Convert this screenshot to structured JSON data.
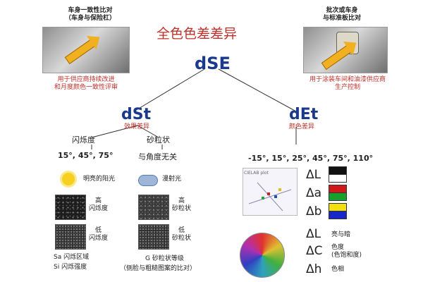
{
  "title": "全色色差差异",
  "root": "dSE",
  "top_left_caption": [
    "车身一致性比对",
    "（车身与保险杠）"
  ],
  "top_left_note": [
    "用于供应商持续改进",
    "和月度颜色一致性评审"
  ],
  "top_right_caption": [
    "批次或车身",
    "与标准板比对"
  ],
  "top_right_note": [
    "用于涂装车间和油漆供应商",
    "生产控制"
  ],
  "dst": {
    "label": "dSt",
    "sub": "效果差异",
    "sparkle": "闪烁度",
    "grain": "砂粒状",
    "angles": "15°, 45°, 75°",
    "grain_note": "与角度无关",
    "sun": "明亮的阳光",
    "cloud": "漫射光",
    "hi_sparkle": [
      "高",
      "闪烁度"
    ],
    "hi_grain": [
      "高",
      "砂粒状"
    ],
    "lo_sparkle": [
      "低",
      "闪烁度"
    ],
    "lo_grain": [
      "低",
      "砂粒状"
    ],
    "sa": "Sa 闪烁区域",
    "si": "Si 闪烁强度",
    "g": "G 砂粒状等级",
    "g_note": "（侧脸与粗糙图案的比对）"
  },
  "det": {
    "label": "dEt",
    "sub": "颜色差异",
    "angles": "-15°, 15°, 25°, 45°, 75°, 110°",
    "dL": "ΔL",
    "da": "Δa",
    "db": "Δb",
    "dL2": "ΔL",
    "dC": "ΔC",
    "dh": "Δh",
    "dL2_note": "亮与暗",
    "dC_note": [
      "色度",
      "(色饱和度)"
    ],
    "dh_note": "色相",
    "scatter_title": "CIELAB plot"
  },
  "colors": {
    "accent": "#c0302a",
    "heading": "#1a3a8c",
    "line": "#333333"
  }
}
